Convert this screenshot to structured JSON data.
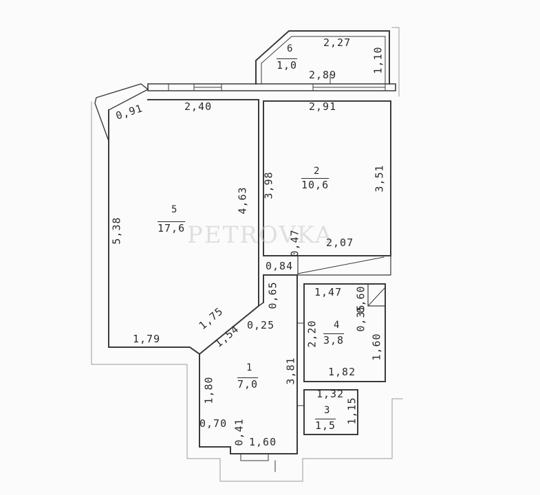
{
  "rooms": [
    {
      "num": "1",
      "area": "7,0"
    },
    {
      "num": "2",
      "area": "10,6"
    },
    {
      "num": "3",
      "area": "1,5"
    },
    {
      "num": "4",
      "area": "3,8"
    },
    {
      "num": "5",
      "area": "17,6"
    },
    {
      "num": "6",
      "area": "1,0"
    }
  ],
  "dimensions": {
    "r6_top": "2,27",
    "r6_side": "1,10",
    "r6_bottom": "2,89",
    "r5_corner": "0,91",
    "r5_top": "2,40",
    "r5_left": "5,38",
    "r5_right": "4,63",
    "r5_bottom": "1,79",
    "r5_diag": "1,75",
    "r2_top": "2,91",
    "r2_left": "3,98",
    "r2_right": "3,51",
    "r2_bottom": "2,07",
    "hall_047": "0,47",
    "hall_084": "0,84",
    "hall_065": "0,65",
    "hall_025": "0,25",
    "r1_diag": "1,54",
    "r1_right": "3,81",
    "r1_left": "1,80",
    "r1_070": "0,70",
    "r1_041": "0,41",
    "r1_bottom": "1,60",
    "r4_top": "1,47",
    "r4_060": "0,60",
    "r4_035": "0,35",
    "r4_left": "2,20",
    "r4_right": "1,60",
    "r4_bottom": "1,82",
    "r3_top": "1,32",
    "r3_right": "1,15"
  },
  "watermark": "PETROVKA"
}
